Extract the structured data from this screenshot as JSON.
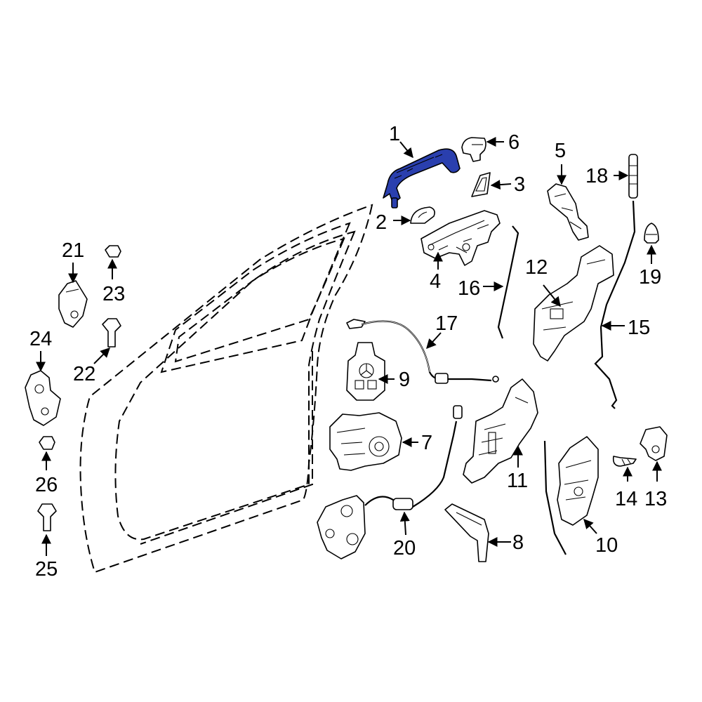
{
  "highlight_color": "#2a3fae",
  "line_color": "#000000",
  "background_color": "#ffffff",
  "callouts": [
    {
      "id": "1",
      "label": "1"
    },
    {
      "id": "2",
      "label": "2"
    },
    {
      "id": "3",
      "label": "3"
    },
    {
      "id": "4",
      "label": "4"
    },
    {
      "id": "5",
      "label": "5"
    },
    {
      "id": "6",
      "label": "6"
    },
    {
      "id": "7",
      "label": "7"
    },
    {
      "id": "8",
      "label": "8"
    },
    {
      "id": "9",
      "label": "9"
    },
    {
      "id": "10",
      "label": "10"
    },
    {
      "id": "11",
      "label": "11"
    },
    {
      "id": "12",
      "label": "12"
    },
    {
      "id": "13",
      "label": "13"
    },
    {
      "id": "14",
      "label": "14"
    },
    {
      "id": "15",
      "label": "15"
    },
    {
      "id": "16",
      "label": "16"
    },
    {
      "id": "17",
      "label": "17"
    },
    {
      "id": "18",
      "label": "18"
    },
    {
      "id": "19",
      "label": "19"
    },
    {
      "id": "20",
      "label": "20"
    },
    {
      "id": "21",
      "label": "21"
    },
    {
      "id": "22",
      "label": "22"
    },
    {
      "id": "23",
      "label": "23"
    },
    {
      "id": "24",
      "label": "24"
    },
    {
      "id": "25",
      "label": "25"
    },
    {
      "id": "26",
      "label": "26"
    }
  ]
}
